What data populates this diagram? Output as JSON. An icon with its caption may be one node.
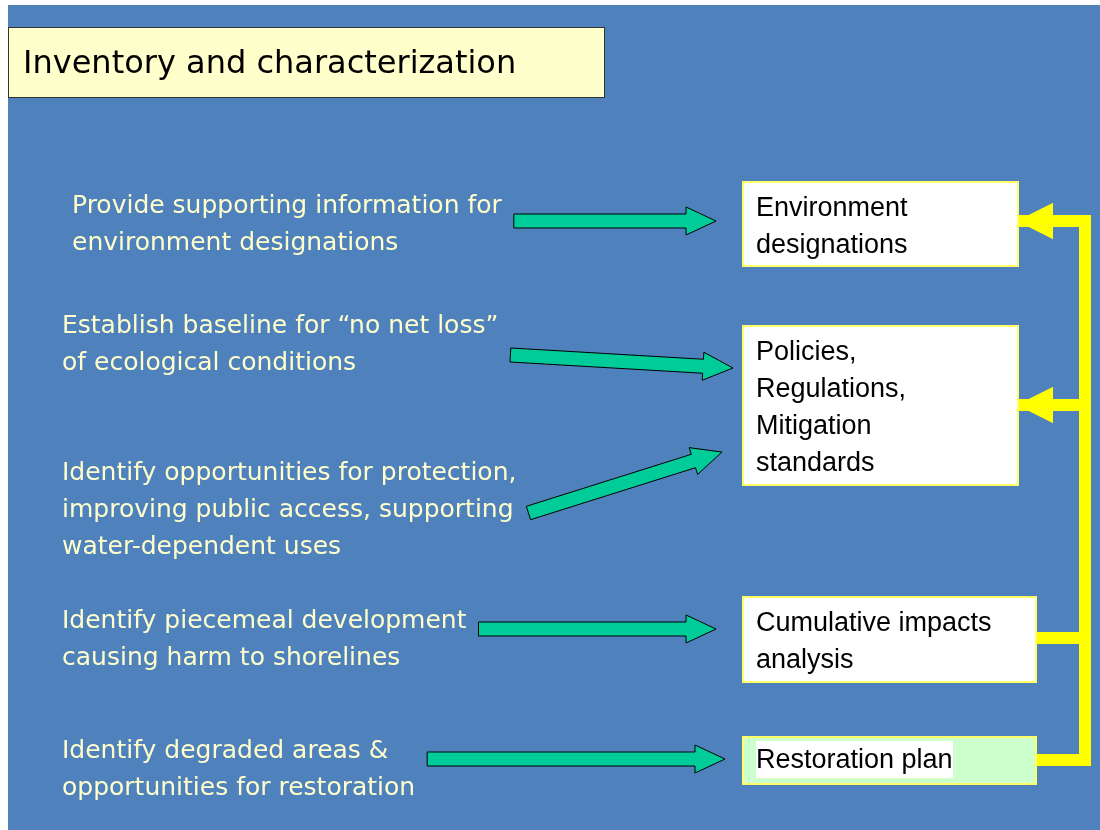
{
  "diagram": {
    "title": "Inventory and characterization",
    "nodes": [
      {
        "text": [
          "Provide supporting information for environment designations"
        ]
      },
      {
        "text": [
          "Establish baseline for “no net loss” of ecological conditions"
        ]
      },
      {
        "text": [
          "Identify opportunities for protection, improving public access, supporting water-dependent uses"
        ]
      },
      {
        "text": [
          "Identify piecemeal development causing harm to shorelines"
        ]
      },
      {
        "text": [
          "Identify degraded areas & opportunities for restoration"
        ]
      },
      {
        "text": [
          "Environment designations"
        ]
      },
      {
        "text": [
          "Policies, Regulations, Mitigation standards"
        ]
      },
      {
        "text": [
          "Cumulative impacts analysis"
        ]
      },
      {
        "text": [
          "Restoration plan"
        ]
      }
    ],
    "edges": [
      {
        "from": 0,
        "to": 5,
        "arrow": "to"
      },
      {
        "from": 1,
        "to": 6,
        "arrow": "to"
      },
      {
        "from": 2,
        "to": 6,
        "arrow": "to"
      },
      {
        "from": 3,
        "to": 7,
        "arrow": "to"
      },
      {
        "from": 4,
        "to": 8,
        "arrow": "to"
      },
      {
        "from": 7,
        "to": 5,
        "arrow": "to",
        "color": "#ffff00"
      },
      {
        "from": 7,
        "to": 6,
        "arrow": "to",
        "color": "#ffff00"
      },
      {
        "from": 8,
        "to": 5,
        "arrow": "to",
        "color": "#ffff00"
      },
      {
        "from": 8,
        "to": 6,
        "arrow": "to",
        "color": "#ffff00"
      }
    ]
  }
}
